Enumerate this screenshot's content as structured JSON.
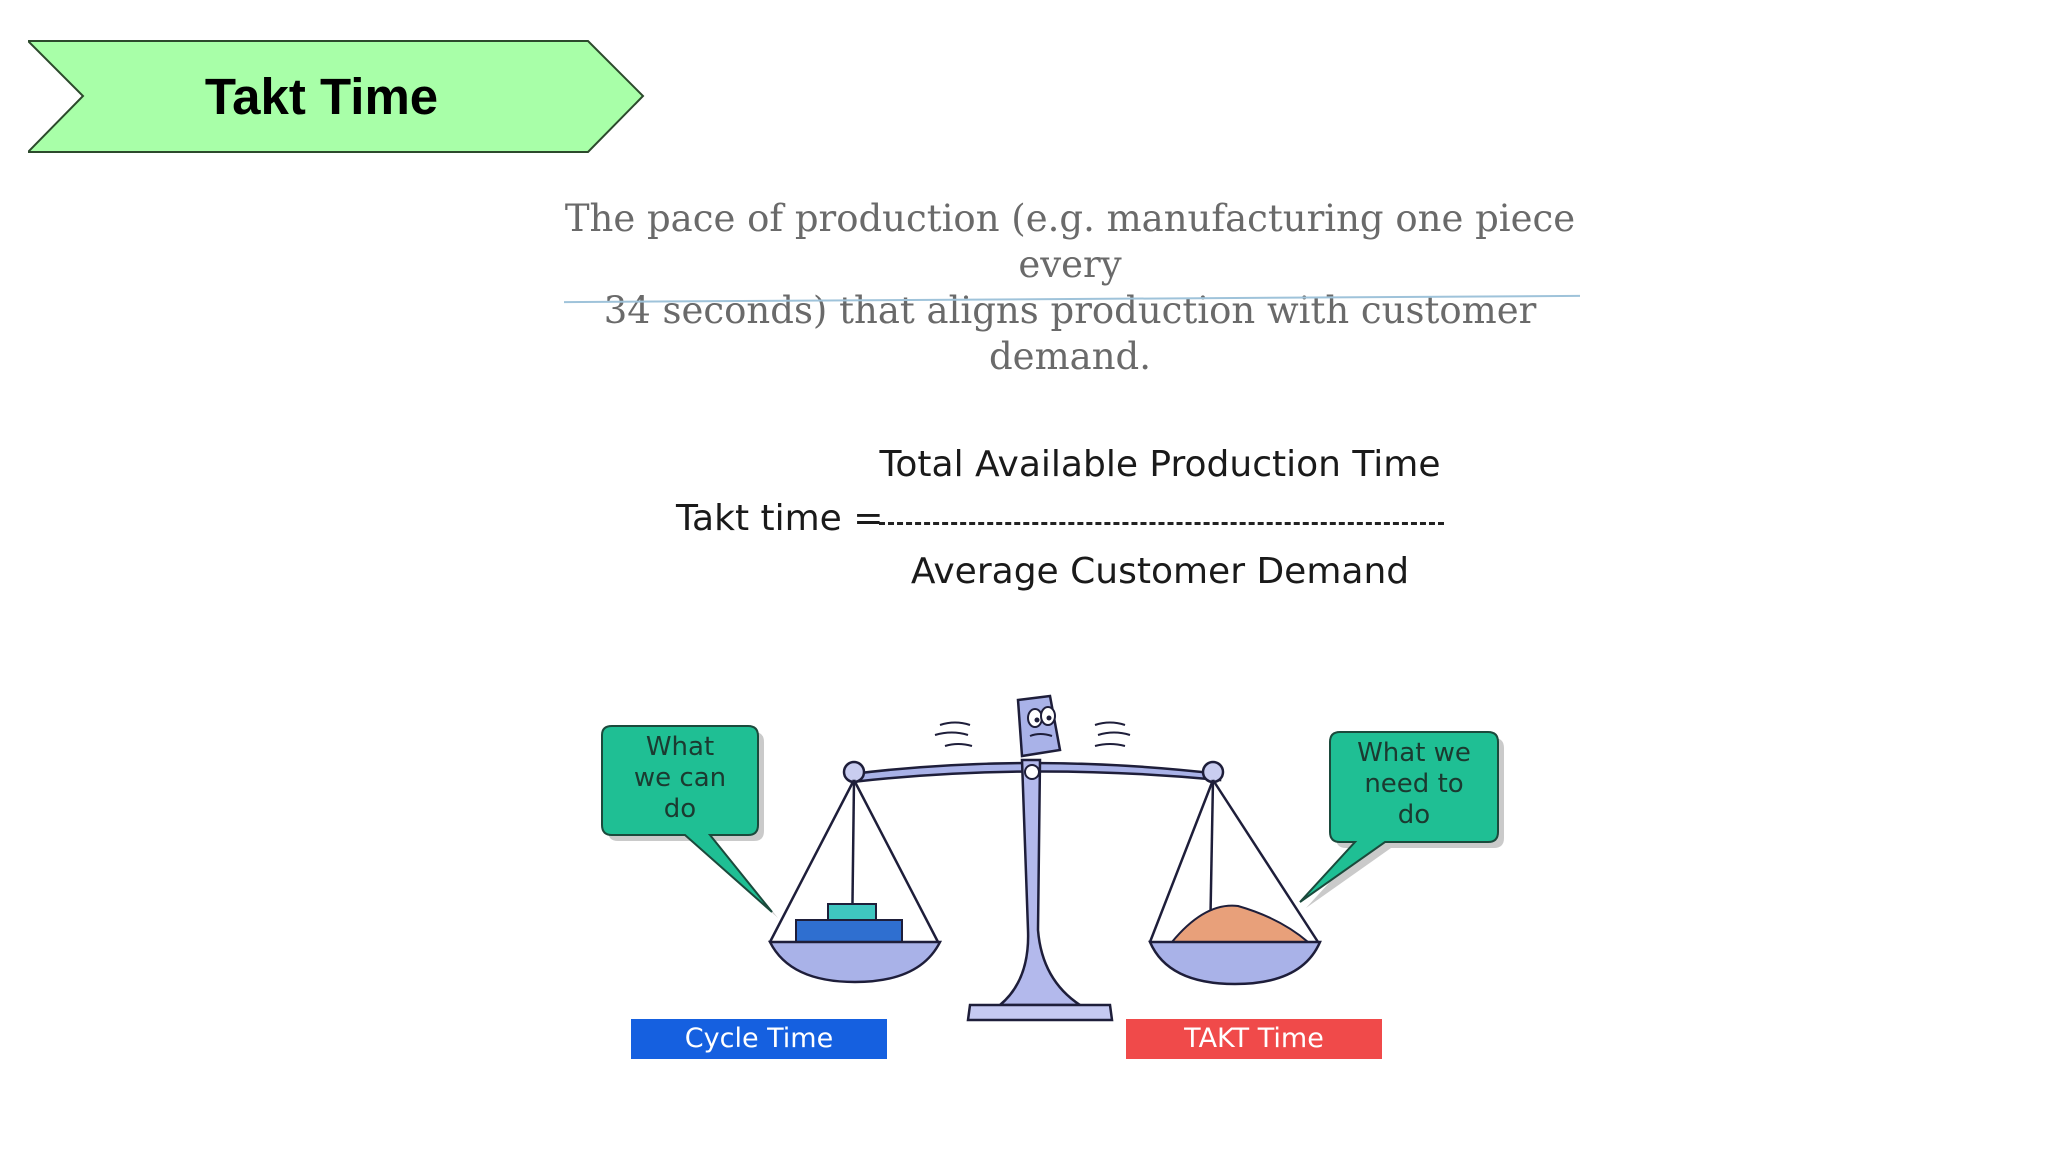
{
  "header": {
    "title": "Takt Time"
  },
  "definition": {
    "lines": [
      "The pace of production (e.g. manufacturing one piece every",
      "34 seconds) that aligns production with customer demand."
    ]
  },
  "formula": {
    "lhs": "Takt time =",
    "numerator": "Total Available Production Time",
    "denominator": "Average Customer Demand"
  },
  "scale": {
    "left_bubble": "What\nwe can\ndo",
    "right_bubble": "What we\nneed to\ndo",
    "left_label": "Cycle Time",
    "right_label": "TAKT  Time"
  },
  "colors": {
    "banner_fill": "#a8ffa8",
    "bubble_fill": "#1fbf94",
    "cycle_label": "#1560e0",
    "takt_label": "#f04a4a"
  }
}
